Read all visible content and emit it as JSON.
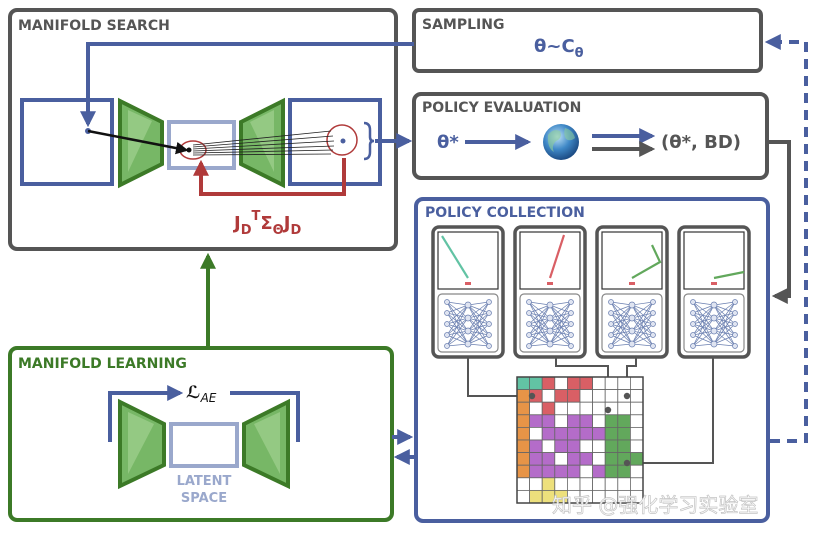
{
  "panels": {
    "manifold_search": "MANIFOLD SEARCH",
    "sampling": "SAMPLING",
    "policy_evaluation": "POLICY EVALUATION",
    "policy_collection": "POLICY COLLECTION",
    "manifold_learning": "MANIFOLD LEARNING"
  },
  "formulas": {
    "sampling": "θ~C",
    "sampling_sub": "θ",
    "theta_star": "θ*",
    "result": "(θ*, BD)",
    "jacobian_main": "J",
    "jacobian_sub_d": "D",
    "jacobian_sup_t": "T",
    "jacobian_sigma": "Σ",
    "jacobian_sub_theta": "Θ",
    "jacobian_j2": "J",
    "jacobian_sub_d2": "D",
    "loss": "ℒ",
    "loss_sub": "AE"
  },
  "labels": {
    "latent_line1": "LATENT",
    "latent_line2": "SPACE"
  },
  "watermark": "知乎 @强化学习实验室",
  "colors": {
    "blue": "#4a5f9f",
    "green": "#3c7a27",
    "red": "#b03a3a",
    "gray": "#555555",
    "lightblue": "#9aa8cc"
  },
  "grid": {
    "cols": 10,
    "rows": 10,
    "color_map": {
      "T": "#62c3a4",
      "R": "#d95f65",
      "O": "#e79447",
      "P": "#b46cc9",
      "G": "#62a85c",
      "Y": "#ede07c",
      "W": "#ffffff"
    },
    "cells": [
      "TTRWRRWWWW",
      "ORWRRWWWWW",
      "OWRWWWWWWW",
      "OPPWPPWGGW",
      "OWPPPPPGGW",
      "OPWPPWWGGW",
      "OPPWPPWGGG",
      "OPPPPWPGGW",
      "WWYWWWWWWW",
      "WYYYWWWWWW"
    ]
  }
}
